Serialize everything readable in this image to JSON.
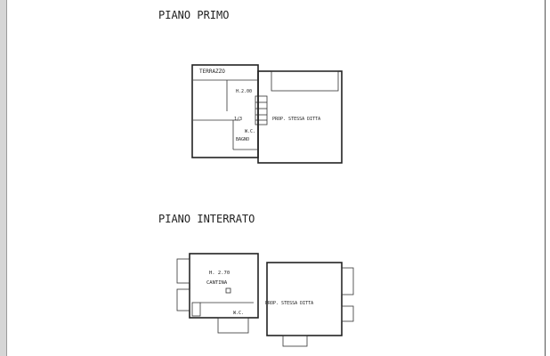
{
  "titles": {
    "first_floor": "PIANO PRIMO",
    "basement": "PIANO INTERRATO"
  },
  "first_floor": {
    "terrace": "TERRAZZO",
    "height": "H.2.00",
    "share": "1/3",
    "wc": "W.C.",
    "bathroom": "BAGNO",
    "neighbor": "PROP. STESSA DITTA"
  },
  "basement": {
    "height": "H. 2.70",
    "cellar": "CANTINA",
    "wc": "W.C.",
    "neighbor": "PROP. STESSA DITTA"
  }
}
